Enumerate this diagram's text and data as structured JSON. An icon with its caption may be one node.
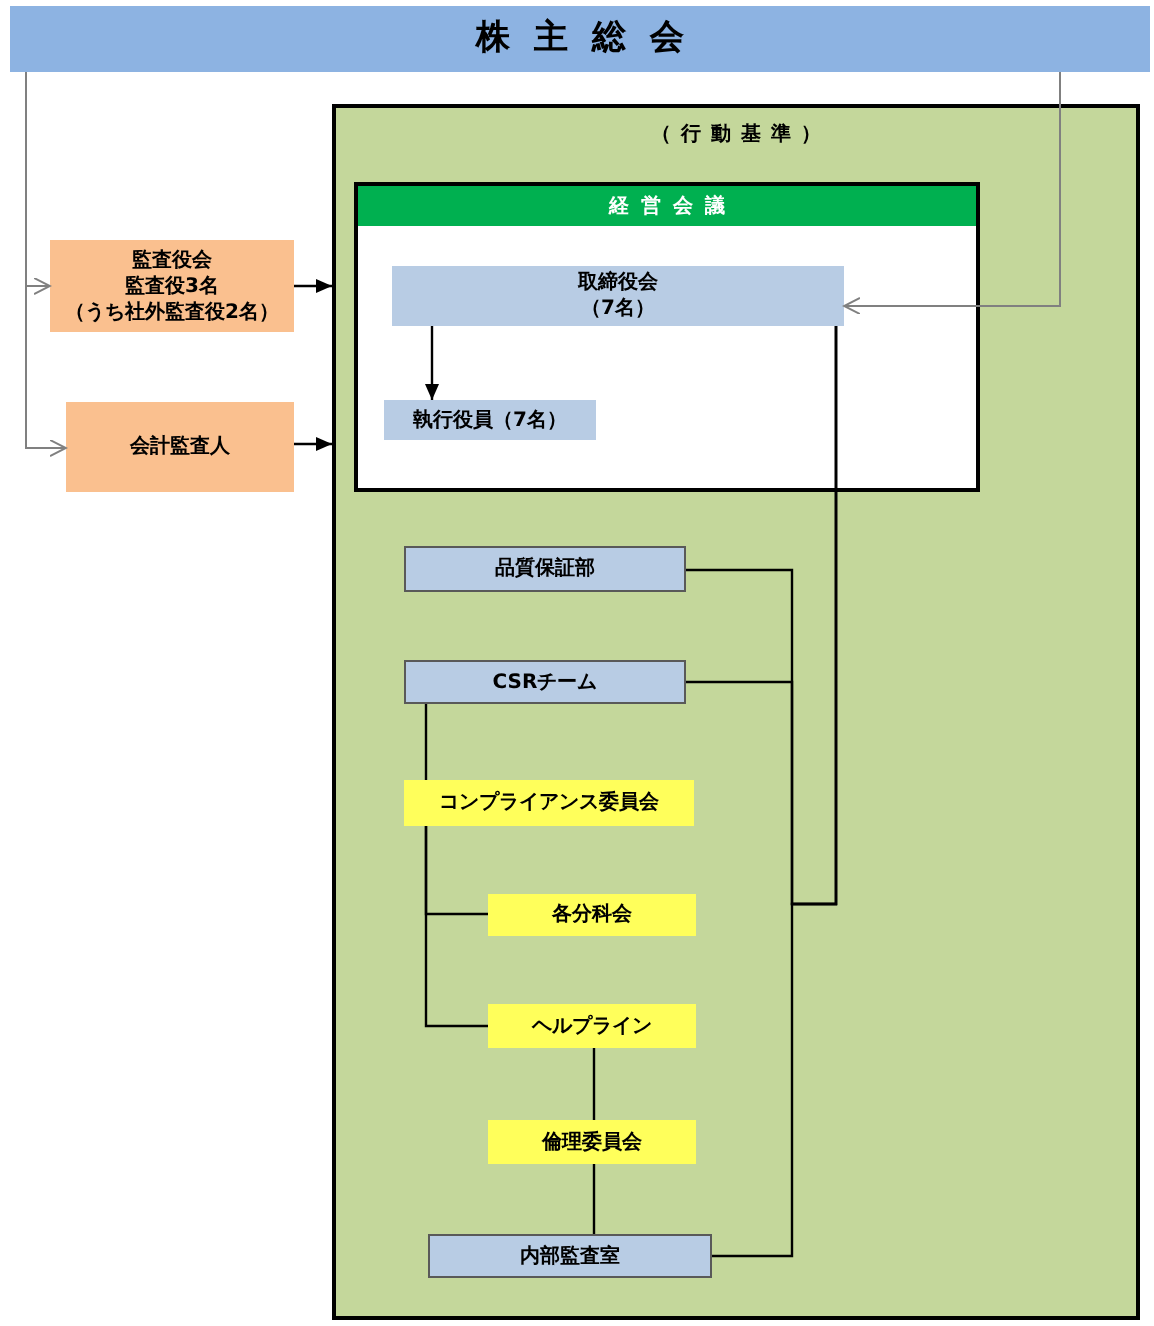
{
  "diagram": {
    "nodes": [
      {
        "text": [
          "株主総会"
        ]
      },
      {
        "text": [
          "監査役会",
          "監査役3名",
          "（うち社外監査役2名）"
        ]
      },
      {
        "text": [
          "会計監査人"
        ]
      },
      {
        "text": [
          "（行動基準）"
        ]
      },
      {
        "text": [
          "経営会議"
        ],
        "in": 3
      },
      {
        "text": [
          "取締役会",
          "（7名）"
        ],
        "in": 4
      },
      {
        "text": [
          "執行役員（7名）"
        ],
        "in": 4
      },
      {
        "text": [
          "品質保証部"
        ],
        "in": 3
      },
      {
        "text": [
          "CSRチーム"
        ],
        "in": 3
      },
      {
        "text": [
          "コンプライアンス委員会"
        ],
        "in": 3
      },
      {
        "text": [
          "各分科会"
        ],
        "in": 3
      },
      {
        "text": [
          "ヘルプライン"
        ],
        "in": 3
      },
      {
        "text": [
          "倫理委員会"
        ],
        "in": 3
      },
      {
        "text": [
          "内部監査室"
        ],
        "in": 3
      }
    ],
    "edges": [
      {
        "from": 0,
        "to": 1,
        "arrow": "to",
        "color": "#808080"
      },
      {
        "from": 0,
        "to": 2,
        "arrow": "to",
        "color": "#808080"
      },
      {
        "from": 0,
        "to": 5,
        "arrow": "to",
        "color": "#808080"
      },
      {
        "from": 1,
        "to": 3,
        "arrow": "to"
      },
      {
        "from": 2,
        "to": 3,
        "arrow": "to"
      },
      {
        "from": 5,
        "to": 6,
        "arrow": "to"
      },
      {
        "from": 5,
        "to": 7,
        "arrow": "none"
      },
      {
        "from": 5,
        "to": 8,
        "arrow": "none"
      },
      {
        "from": 5,
        "to": 13,
        "arrow": "none"
      },
      {
        "from": 8,
        "to": 9,
        "arrow": "none"
      },
      {
        "from": 9,
        "to": 10,
        "arrow": "none"
      },
      {
        "from": 9,
        "to": 11,
        "arrow": "none"
      },
      {
        "from": 11,
        "to": 12,
        "arrow": "none"
      },
      {
        "from": 12,
        "to": 13,
        "arrow": "none"
      }
    ]
  }
}
